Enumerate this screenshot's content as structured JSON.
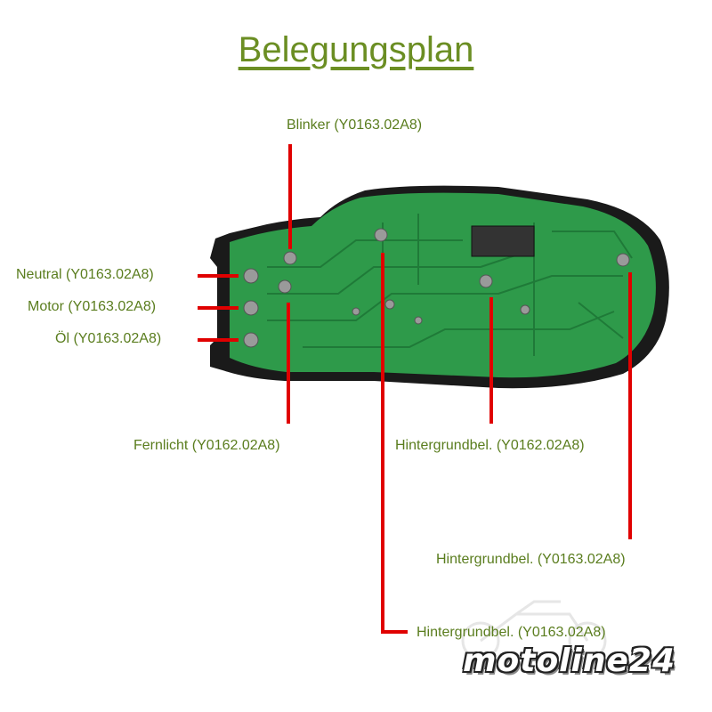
{
  "title": "Belegungsplan",
  "labels": {
    "blinker": "Blinker (Y0163.02A8)",
    "neutral": "Neutral (Y0163.02A8)",
    "motor": "Motor (Y0163.02A8)",
    "oel": "Öl (Y0163.02A8)",
    "fernlicht": "Fernlicht (Y0162.02A8)",
    "hintergrund_62": "Hintergrundbel. (Y0162.02A8)",
    "hintergrund_63_right": "Hintergrundbel. (Y0163.02A8)",
    "hintergrund_63_bottom": "Hintergrundbel. (Y0163.02A8)"
  },
  "logo": "motoline24",
  "colors": {
    "title": "#6b8e23",
    "label": "#5a7d1e",
    "leader_line": "#e00000",
    "pcb": "#2e9a4a",
    "housing": "#1a1a1a"
  }
}
